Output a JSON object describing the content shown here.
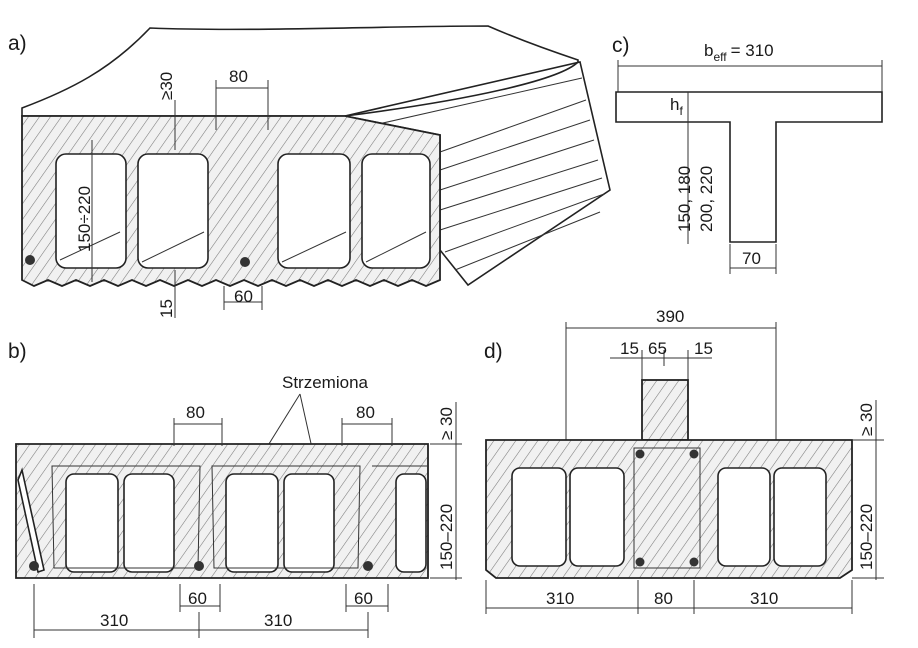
{
  "panels": {
    "a": {
      "label": "a)",
      "dims": {
        "top_min": "≥30",
        "rib_top": "80",
        "height": "150÷220",
        "bottom": "15",
        "rib_bottom": "60"
      }
    },
    "b": {
      "label": "b)",
      "stirrups_label": "Strzemiona",
      "dims": {
        "rib_top_1": "80",
        "rib_top_2": "80",
        "top_min": "≥ 30",
        "height": "150–220",
        "rib_bottom_1": "60",
        "rib_bottom_2": "60",
        "span_1": "310",
        "span_2": "310"
      }
    },
    "c": {
      "label": "c)",
      "beff": "b",
      "beff_sub": "eff",
      "beff_value": "= 310",
      "hf": "h",
      "hf_sub": "f",
      "height_1": "150, 180",
      "height_2": "200, 220",
      "web": "70"
    },
    "d": {
      "label": "d)",
      "dims": {
        "overall": "390",
        "left": "15",
        "mid": "65",
        "right": "15",
        "top_min": "≥ 30",
        "height": "150–220",
        "span_1": "310",
        "gap": "80",
        "span_2": "310"
      }
    }
  }
}
